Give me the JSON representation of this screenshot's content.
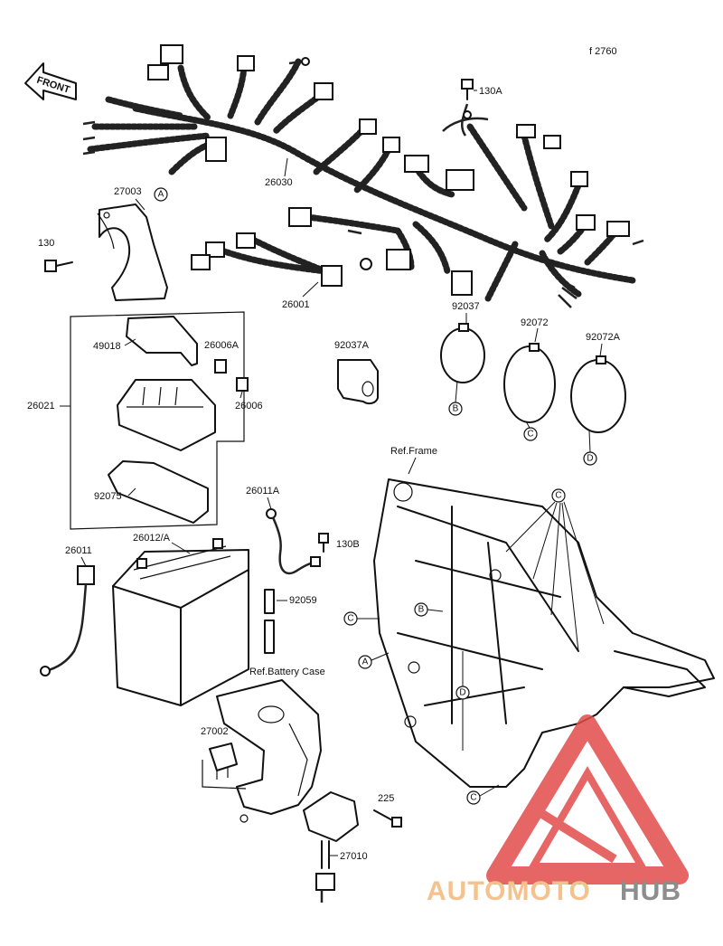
{
  "figure_code": "f 2760",
  "front_label": "FRONT",
  "ref_labels": {
    "frame": "Ref.Frame",
    "battery_case": "Ref.Battery Case"
  },
  "part_numbers": {
    "p130A": "130A",
    "p27003": "27003",
    "p130": "130",
    "p26030": "26030",
    "p26001": "26001",
    "p92037": "92037",
    "p92072": "92072",
    "p92072A": "92072A",
    "p92037A": "92037A",
    "p49018": "49018",
    "p26006A": "26006A",
    "p26006": "26006",
    "p26021": "26021",
    "p92075": "92075",
    "p26011A": "26011A",
    "p130B": "130B",
    "p26012A": "26012/A",
    "p26011": "26011",
    "p92059": "92059",
    "p27002": "27002",
    "p225": "225",
    "p27010": "27010"
  },
  "callouts": {
    "A": "A",
    "B": "B",
    "C": "C",
    "D": "D"
  },
  "watermark": {
    "brand_part1": "AUTOMOTO",
    "brand_part2": "HUB",
    "color_light": "#f3c28e",
    "color_red": "#e24b4b",
    "color_gray": "#8d8d8d"
  }
}
